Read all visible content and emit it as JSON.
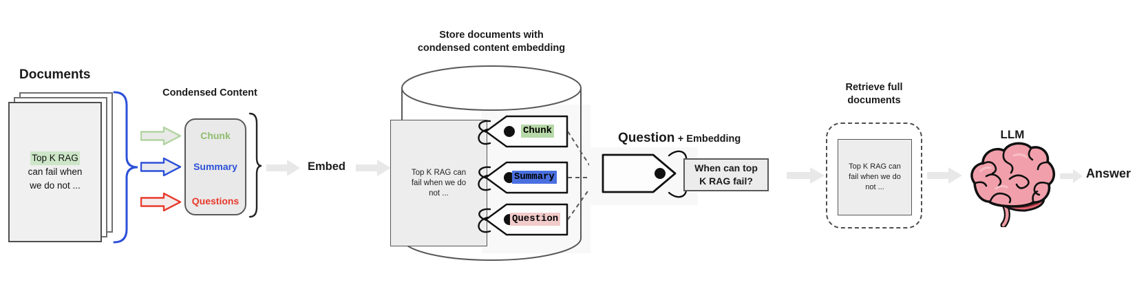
{
  "colors": {
    "accent_green": "#8fbc6e",
    "accent_blue": "#2b4fd8",
    "accent_red": "#e8392b",
    "tag_green_bg": "#b7d8a8",
    "tag_blue_bg": "#4a70e0",
    "tag_pink_bg": "#f2cbcb",
    "doc_highlight_bg": "#cde6c8",
    "arrow_gray": "#e8e8e8",
    "brain_pink": "#f1a0ab",
    "brain_dark": "#e26672",
    "outline_gray": "#595959"
  },
  "documents": {
    "title": "Documents",
    "page_line1": "Top K RAG",
    "page_line2": "can fail when",
    "page_line3": "we do not ..."
  },
  "condensed": {
    "title": "Condensed Content",
    "items": [
      {
        "label": "Chunk"
      },
      {
        "label": "Summary"
      },
      {
        "label": "Questions"
      }
    ]
  },
  "embed_label": "Embed",
  "store": {
    "title_line1": "Store documents with",
    "title_line2": "condensed content embedding",
    "doc_line1": "Top K RAG can",
    "doc_line2": "fail when we do",
    "doc_line3": "not ...",
    "tags": [
      {
        "label": "Chunk"
      },
      {
        "label": "Summary"
      },
      {
        "label": "Question"
      }
    ]
  },
  "query": {
    "title": "Question",
    "title_suffix": "+ Embedding",
    "box_line1": "When can top",
    "box_line2": "K RAG fail?"
  },
  "retrieve": {
    "title_line1": "Retrieve full",
    "title_line2": "documents",
    "doc_line1": "Top K RAG can",
    "doc_line2": "fail when we do",
    "doc_line3": "not ..."
  },
  "llm_label": "LLM",
  "answer_label": "Answer"
}
